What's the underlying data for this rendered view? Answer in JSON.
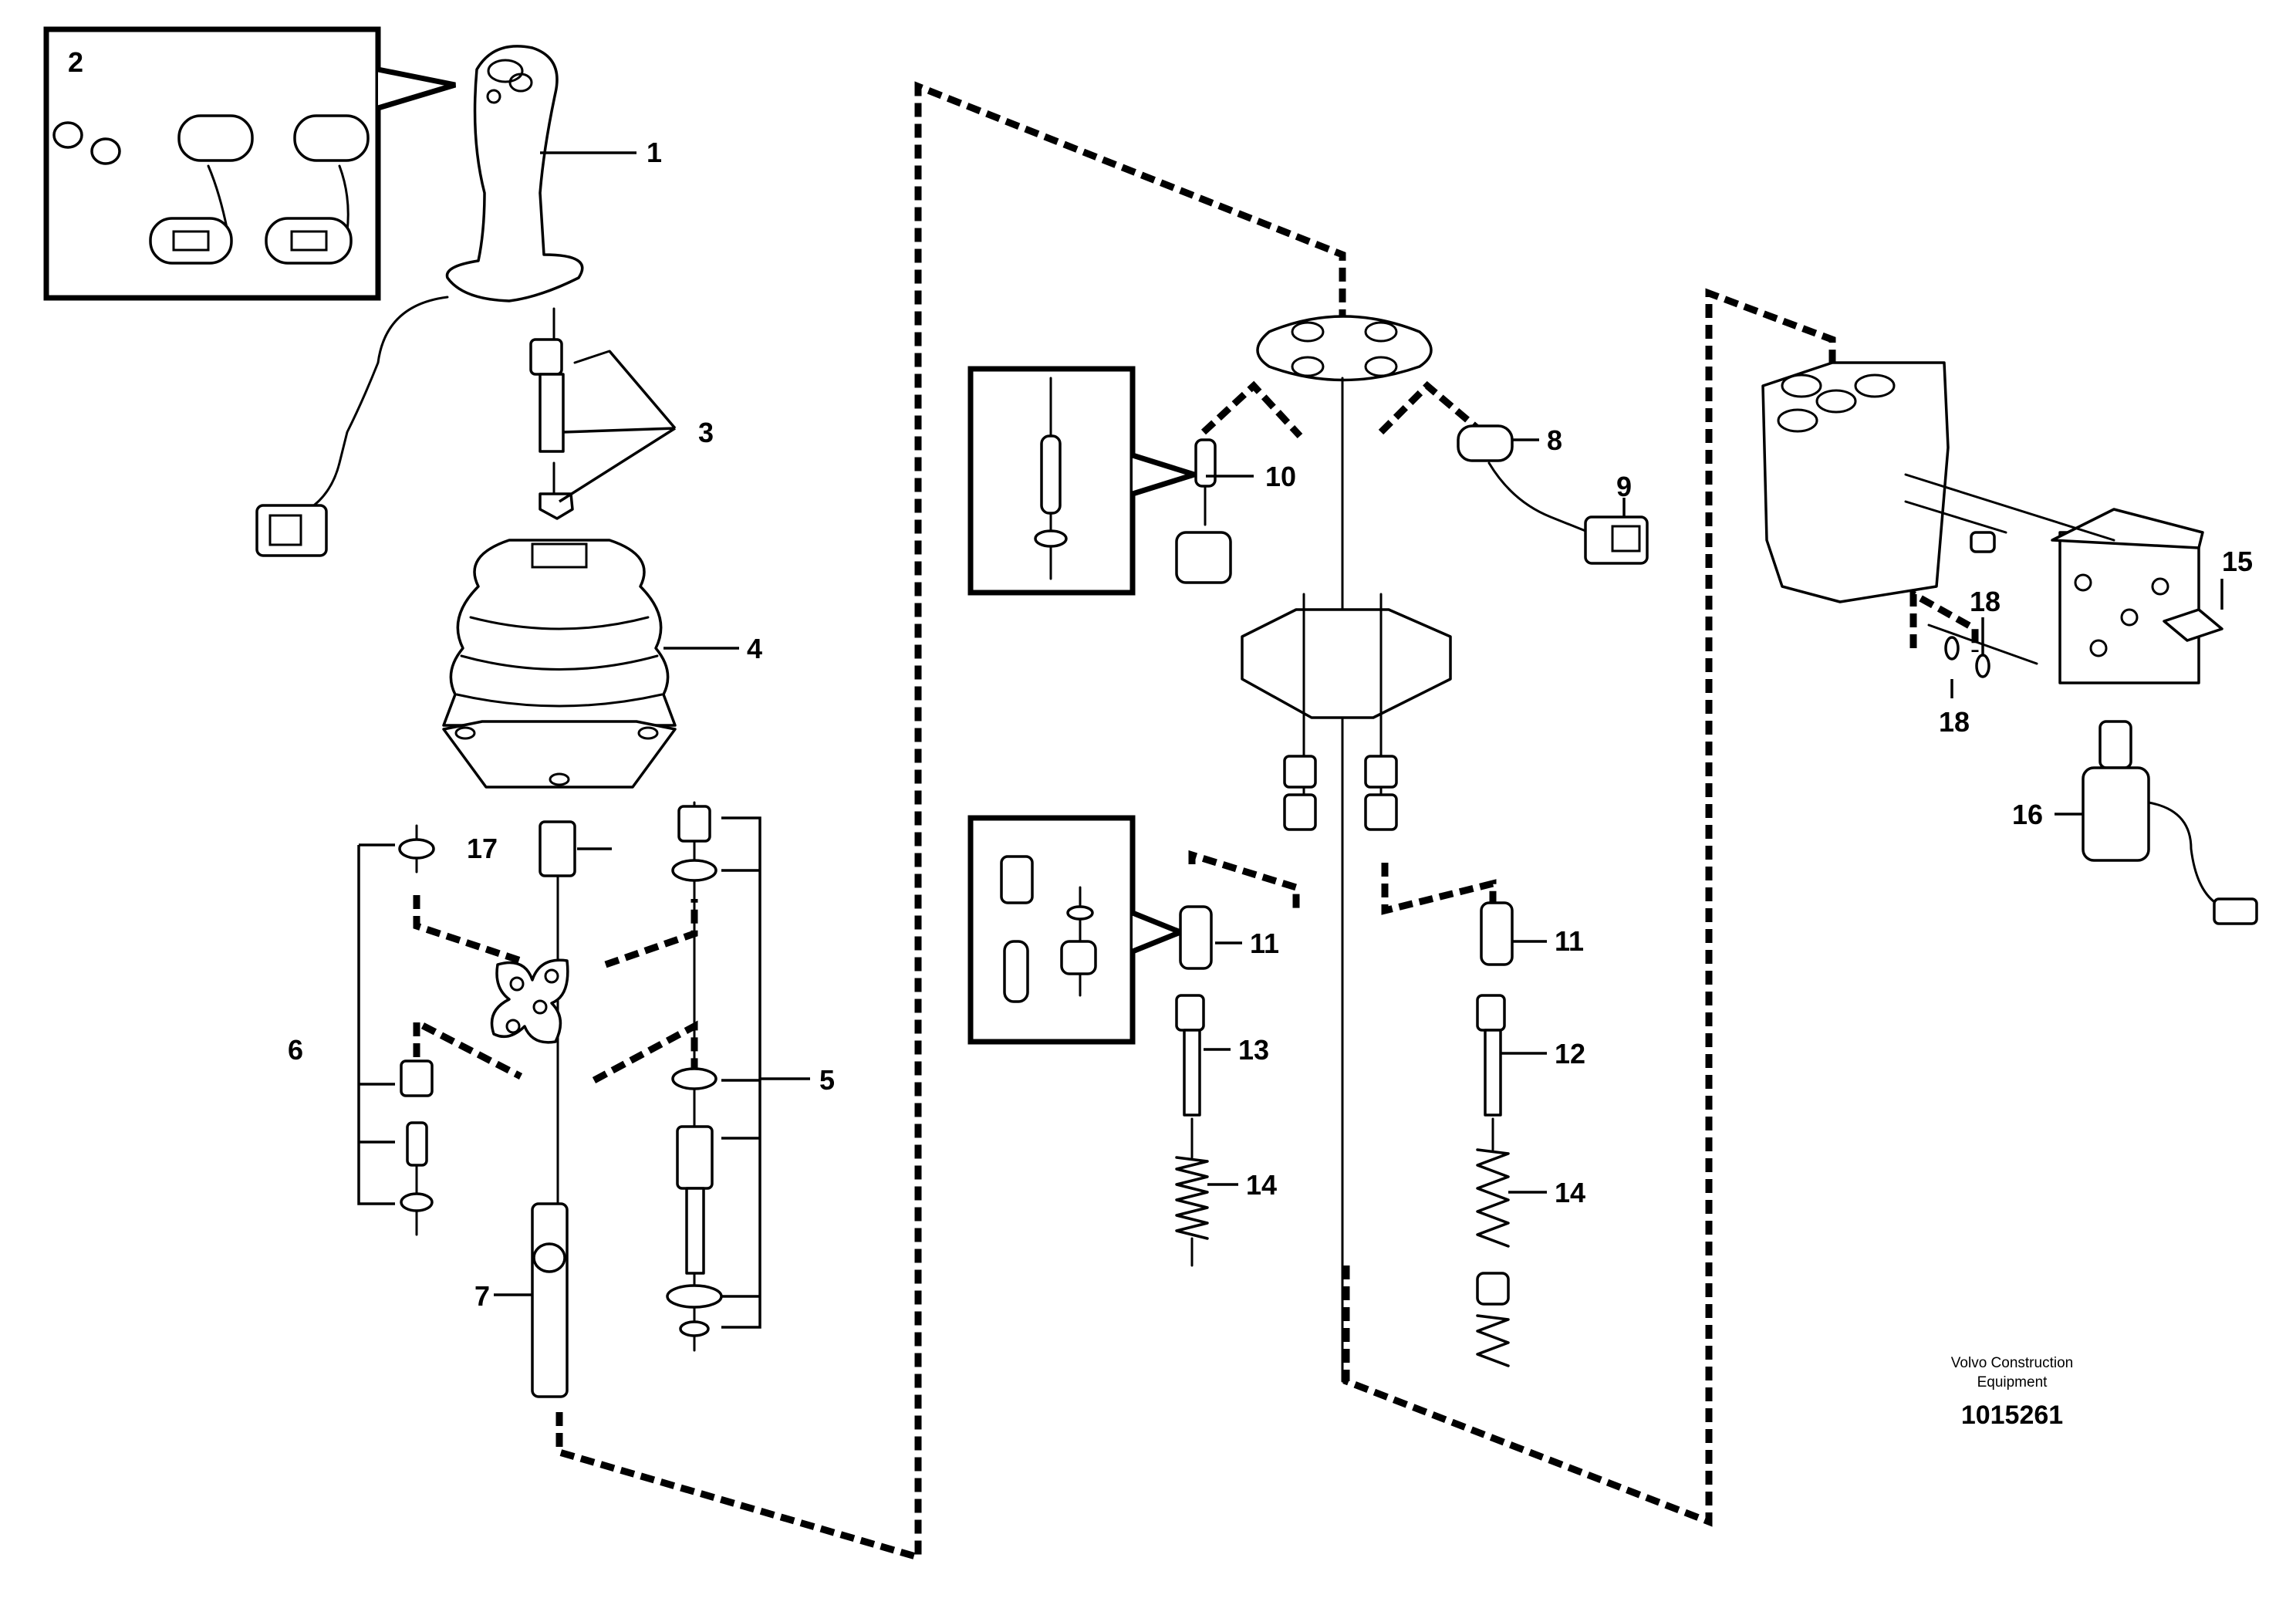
{
  "callouts": {
    "c1": "1",
    "c2": "2",
    "c3": "3",
    "c4": "4",
    "c5": "5",
    "c6": "6",
    "c7": "7",
    "c8": "8",
    "c9": "9",
    "c10": "10",
    "c11a": "11",
    "c11b": "11",
    "c12": "12",
    "c13": "13",
    "c14a": "14",
    "c14b": "14",
    "c15": "15",
    "c16": "16",
    "c17": "17",
    "c18a": "18",
    "c18b": "18"
  },
  "footer": {
    "brand_line1": "Volvo Construction",
    "brand_line2": "Equipment",
    "doc_number": "1015261"
  }
}
